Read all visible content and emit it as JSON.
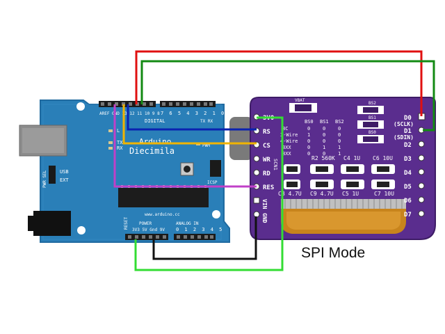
{
  "colors": {
    "arduino_board": "#2a7fb8",
    "arduino_board_dark": "#1f6aa0",
    "oled_board": "#5a2d8e",
    "wire_red": "#e01010",
    "wire_darkgreen": "#138a13",
    "wire_lightgreen": "#33dd33",
    "wire_black": "#111111",
    "wire_blue": "#0a22b0",
    "wire_yellow": "#f0b400",
    "wire_purple": "#c040c8",
    "header_black": "#1a1a1a",
    "screen_flex": "#c8841c",
    "usb_gray": "#8c8c8c"
  },
  "arduino": {
    "model_line1": "Arduino",
    "model_line2": "Diecimila",
    "digital_label": "DIGITAL",
    "digital_pins_left": "AREF GND 13 12 11 10 9 8",
    "digital_pins_right": "7 6 5 4 3 2 1 0",
    "tx_rx": "TX RX",
    "pwm_label": "PWM",
    "usb_label": "USB",
    "ext_label": "EXT",
    "pwr_sel_label": "PWR SEL",
    "icsp_label": "ICSP",
    "url": "www.arduino.cc",
    "reset_label": "RESET",
    "power_label": "POWER",
    "power_pins": "3V3 5V Gnd 9V",
    "analog_label": "ANALOG IN",
    "analog_pins": "0 1 2 3 4 5",
    "led_labels": [
      "L",
      "TX",
      "RX"
    ]
  },
  "oled": {
    "left_pins": [
      "3V0",
      "RS",
      "CS",
      "WR",
      "RD",
      "RES",
      "VIN",
      "GND"
    ],
    "right_pins": [
      "D0",
      "D1",
      "D2",
      "D3",
      "D4",
      "D5",
      "D6",
      "D7"
    ],
    "sclk": "(SCLK)",
    "sdin": "(SDIN)",
    "vbat": "VBAT",
    "bs_headers": [
      "BS0",
      "BS1",
      "BS2"
    ],
    "bs_rows": [
      [
        "8C",
        "0",
        "0",
        "0"
      ],
      [
        "3-Wire",
        "1",
        "0",
        "0"
      ],
      [
        "4-Wire",
        "0",
        "0",
        "0"
      ],
      [
        "8XX",
        "0",
        "1",
        "1"
      ],
      [
        "8XX",
        "0",
        "0",
        "1"
      ]
    ],
    "bs_right": [
      "BS2",
      "BS1",
      "BS0"
    ],
    "components_top": [
      "R2 560K",
      "C4 1U",
      "C6 10U"
    ],
    "components_bottom": [
      "C8 4.7U",
      "C9 4.7U",
      "C5 1U",
      "C7 10U"
    ],
    "scn_label": "SCN1"
  },
  "caption": "SPI Mode"
}
